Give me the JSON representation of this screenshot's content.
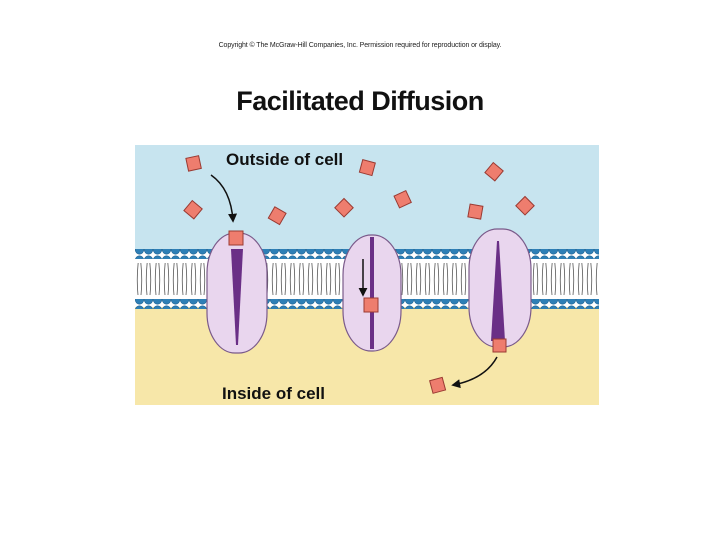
{
  "header": {
    "copyright": "Copyright © The McGraw-Hill Companies, Inc. Permission required for reproduction or display.",
    "title": "Facilitated Diffusion"
  },
  "figure": {
    "outside_label": "Outside of cell",
    "inside_label": "Inside of cell"
  },
  "colors": {
    "extracellular": "#c7e4ef",
    "cytoplasm": "#f7e7a9",
    "lipid_head": "#2e7fb6",
    "carrier_protein": "#e9d6ee",
    "carrier_channel": "#6a2f86",
    "solute_molecule": "#ee7d6e"
  }
}
